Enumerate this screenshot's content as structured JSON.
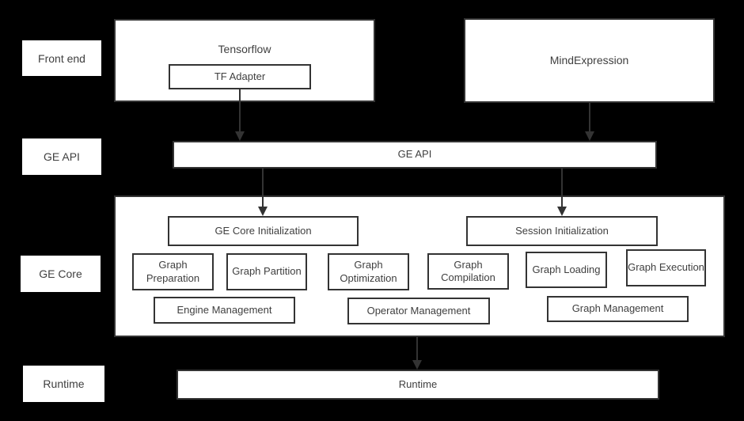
{
  "colors": {
    "background": "#000000",
    "box_fill": "#ffffff",
    "box_border": "#333333",
    "text": "#3f3f3f",
    "arrow": "#333333"
  },
  "rows": {
    "front_end": "Front end",
    "ge_api": "GE API",
    "ge_core": "GE Core",
    "runtime": "Runtime"
  },
  "front_end": {
    "tensorflow_label": "Tensorflow",
    "tf_adapter_label": "TF Adapter",
    "mind_expression_label": "MindExpression"
  },
  "ge_api": {
    "bar_label": "GE API"
  },
  "ge_core": {
    "init": [
      "GE Core Initialization",
      "Session Initialization"
    ],
    "stages": [
      "Graph Preparation",
      "Graph Partition",
      "Graph Optimization",
      "Graph Compilation",
      "Graph Loading",
      "Graph Execution"
    ],
    "management": [
      "Engine Management",
      "Operator Management",
      "Graph Management"
    ]
  },
  "runtime": {
    "bar_label": "Runtime"
  },
  "connections": [
    {
      "from": "TF Adapter",
      "to": "GE API"
    },
    {
      "from": "MindExpression",
      "to": "GE API"
    },
    {
      "from": "GE API",
      "to": "GE Core Initialization"
    },
    {
      "from": "GE API",
      "to": "Session Initialization"
    },
    {
      "from": "GE Core",
      "to": "Runtime"
    }
  ]
}
